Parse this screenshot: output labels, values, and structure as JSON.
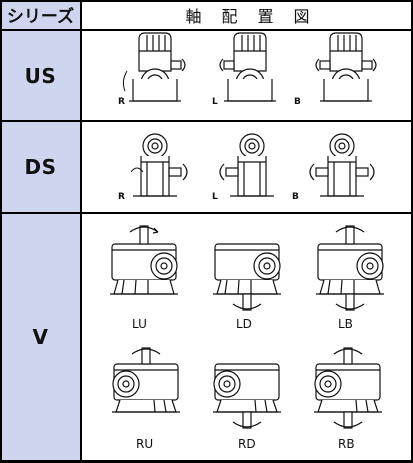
{
  "header": {
    "series_label": "シリーズ",
    "diagram_label": "軸配置図"
  },
  "rows": [
    {
      "series": "US",
      "variants": [
        "R",
        "L",
        "B"
      ]
    },
    {
      "series": "DS",
      "variants": [
        "R",
        "L",
        "B"
      ]
    },
    {
      "series": "V",
      "variants": [
        "LU",
        "LD",
        "LB",
        "RU",
        "RD",
        "RB"
      ]
    }
  ]
}
